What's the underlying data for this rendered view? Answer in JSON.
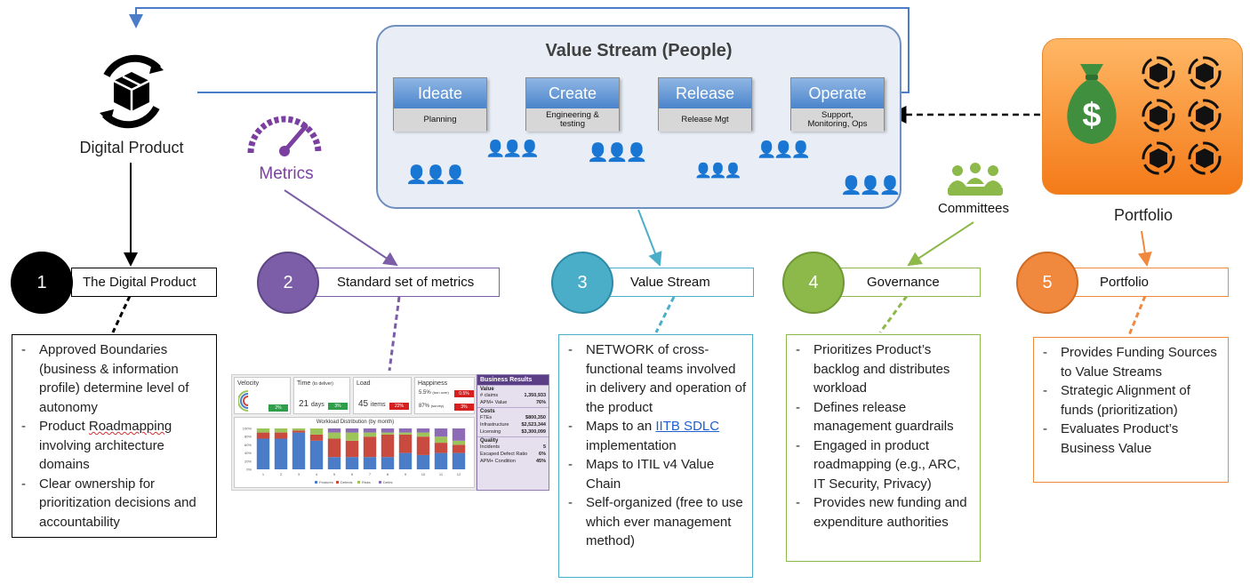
{
  "value_stream": {
    "title": "Value Stream (People)",
    "stages": [
      {
        "name": "Ideate",
        "sub": "Planning"
      },
      {
        "name": "Create",
        "sub": "Engineering & testing"
      },
      {
        "name": "Release",
        "sub": "Release Mgt"
      },
      {
        "name": "Operate",
        "sub": "Support, Monitoring, Ops"
      }
    ]
  },
  "labels": {
    "digital_product": "Digital Product",
    "metrics": "Metrics",
    "committees": "Committees",
    "portfolio": "Portfolio"
  },
  "pillars": [
    {
      "number": "1",
      "title": "The Digital Product",
      "color": "#000000"
    },
    {
      "number": "2",
      "title": "Standard set of metrics",
      "color": "#7b5ea7"
    },
    {
      "number": "3",
      "title": "Value Stream",
      "color": "#4aaec9"
    },
    {
      "number": "4",
      "title": "Governance",
      "color": "#8db84a"
    },
    {
      "number": "5",
      "title": "Portfolio",
      "color": "#f0883e"
    }
  ],
  "cards": {
    "digital_product": [
      "Approved Boundaries (business & information profile) determine level of autonomy",
      "Product Roadmapping involving architecture domains",
      "Clear ownership for prioritization decisions and accountability"
    ],
    "value_stream": {
      "item1": "NETWORK of cross-functional teams involved in delivery and operation of the product",
      "item2_prefix": "Maps to an ",
      "item2_link": "IITB SDLC",
      "item2_suffix": " implementation",
      "item3": "Maps to ITIL v4 Value Chain",
      "item4": "Self-organized (free to use which ever management method)"
    },
    "governance": [
      "Prioritizes Product’s backlog and distributes workload",
      "Defines release management guardrails",
      "Engaged in product roadmapping (e.g., ARC, IT Security, Privacy)",
      "Provides new funding and expenditure authorities"
    ],
    "portfolio": [
      "Provides Funding Sources to Value Streams",
      "Strategic Alignment of funds (prioritization)",
      "Evaluates Product’s Business Value"
    ]
  },
  "dashboard": {
    "velocity": {
      "label": "Velocity",
      "badge": "2%"
    },
    "time": {
      "label": "Time",
      "note": "(to deliver)",
      "value": "21",
      "unit": "days",
      "badge": "3%"
    },
    "load": {
      "label": "Load",
      "value": "45",
      "unit": "items",
      "badge": "22%"
    },
    "happiness": {
      "label": "Happiness",
      "line1": "5.5%",
      "line1_note": "(turn over)",
      "line1_badge": "0.5%",
      "line2": "87%",
      "line2_note": "(survey)",
      "line2_badge": "3%"
    },
    "chart_title": "Workload Distribution (by month)",
    "chart_legend": [
      "Features",
      "Defects",
      "Risks",
      "Debts"
    ],
    "chart_months": [
      "1",
      "2",
      "3",
      "4",
      "5",
      "6",
      "7",
      "8",
      "9",
      "10",
      "11",
      "12"
    ],
    "chart_yticks": [
      "100%",
      "80%",
      "60%",
      "40%",
      "20%",
      "0%"
    ],
    "business_results": {
      "title": "Business Results",
      "sections": [
        {
          "name": "Value",
          "rows": [
            [
              "# claims",
              "1,350,933"
            ],
            [
              "APM+ Value",
              "76%"
            ]
          ]
        },
        {
          "name": "Costs",
          "rows": [
            [
              "FTEs",
              "$800,350"
            ],
            [
              "Infrastructure",
              "$2,523,344"
            ],
            [
              "Licensing",
              "$3,300,099"
            ]
          ]
        },
        {
          "name": "Quality",
          "rows": [
            [
              "Incidents",
              "5"
            ],
            [
              "Escaped Defect Ratio",
              "6%"
            ],
            [
              "APM+ Condition",
              "45%"
            ]
          ]
        }
      ]
    }
  },
  "chart_data": {
    "type": "bar",
    "title": "Workload Distribution (by month)",
    "categories": [
      "1",
      "2",
      "3",
      "4",
      "5",
      "6",
      "7",
      "8",
      "9",
      "10",
      "11",
      "12"
    ],
    "series": [
      {
        "name": "Features",
        "values": [
          75,
          75,
          90,
          70,
          30,
          30,
          30,
          30,
          40,
          35,
          40,
          40
        ]
      },
      {
        "name": "Defects",
        "values": [
          15,
          15,
          5,
          15,
          45,
          40,
          50,
          55,
          45,
          45,
          25,
          20
        ]
      },
      {
        "name": "Risks",
        "values": [
          10,
          10,
          5,
          15,
          15,
          20,
          10,
          5,
          5,
          10,
          15,
          10
        ]
      },
      {
        "name": "Debts",
        "values": [
          0,
          0,
          0,
          0,
          10,
          10,
          10,
          10,
          10,
          10,
          20,
          30
        ]
      }
    ],
    "colors": [
      "#4a7cc7",
      "#c94a3f",
      "#9cc45a",
      "#8e6bb5"
    ],
    "ylim": [
      0,
      100
    ]
  }
}
